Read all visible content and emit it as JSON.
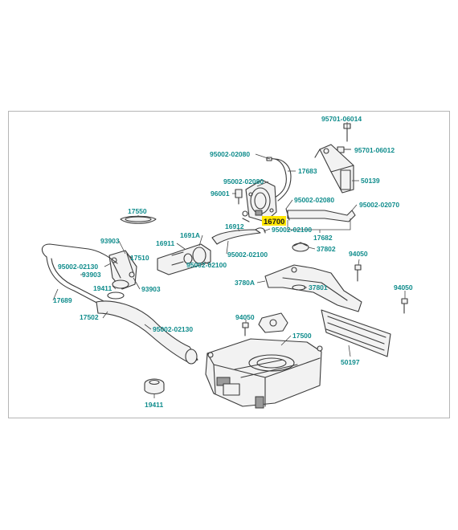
{
  "diagram": {
    "title": "",
    "colors": {
      "label": "#0f8c8c",
      "highlight": "#ffe600",
      "line": "#3a3a3a"
    },
    "highlighted_part": "16700",
    "labels": {
      "p95701_06014": "95701-06014",
      "p95701_06012": "95701-06012",
      "p95002_02080_a": "95002-02080",
      "p17683": "17683",
      "p50139": "50139",
      "p95002_02080_b": "95002-02080",
      "p96001": "96001",
      "p95002_02080_c": "95002-02080",
      "p95002_02070": "95002-02070",
      "p17550": "17550",
      "p16700": "16700",
      "p16912": "16912",
      "p95002_02100_a": "95002-02100",
      "p17682": "17682",
      "p93903_a": "93903",
      "p16911": "16911",
      "p1691A": "1691A",
      "p37802": "37802",
      "p17510": "17510",
      "p95002_02100_b": "95002-02100",
      "p94050_a": "94050",
      "p95002_02130_a": "95002-02130",
      "p93903_b": "93903",
      "p19411_a": "19411",
      "p93903_c": "93903",
      "p3780A": "3780A",
      "p37801": "37801",
      "p17689": "17689",
      "p94050_b": "94050",
      "p17502": "17502",
      "p94050_c": "94050",
      "p95002_02130_b": "95002-02130",
      "p17500": "17500",
      "p50197": "50197",
      "p19411_b": "19411"
    }
  }
}
